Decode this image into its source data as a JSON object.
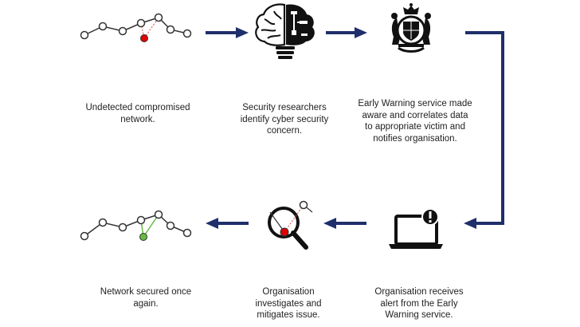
{
  "colors": {
    "arrow": "#1f2f6b",
    "node_stroke": "#333333",
    "compromised": "#e00000",
    "secured": "#66bb44",
    "link_compromised": "#dd4444",
    "link_secured": "#66bb44",
    "icon_dark": "#111111"
  },
  "steps": [
    {
      "icon": "network-compromised-icon",
      "caption": "Undetected compromised\nnetwork."
    },
    {
      "icon": "brain-lightbulb-icon",
      "caption": "Security researchers\nidentify cyber security\nconcern."
    },
    {
      "icon": "royal-coat-of-arms-icon",
      "caption": "Early Warning service made\naware and correlates data\nto appropriate victim and\nnotifies organisation."
    },
    {
      "icon": "network-secured-icon",
      "caption": "Network secured once\nagain."
    },
    {
      "icon": "magnifying-glass-icon",
      "caption": "Organisation\ninvestigates and\nmitigates issue."
    },
    {
      "icon": "laptop-alert-icon",
      "caption": "Organisation receives\nalert from the Early\nWarning service."
    }
  ]
}
